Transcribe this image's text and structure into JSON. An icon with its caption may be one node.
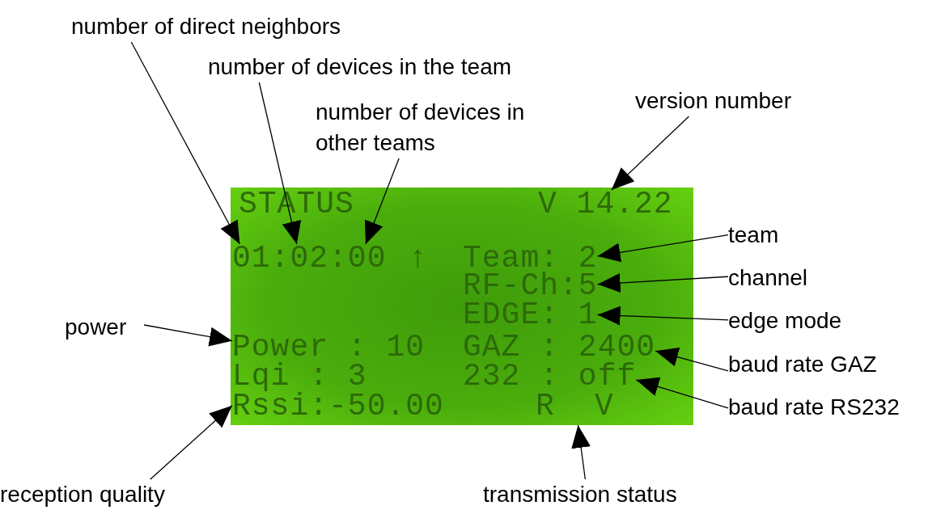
{
  "diagram": {
    "nodes": [
      {
        "text": [
          "number of direct neighbors"
        ]
      },
      {
        "text": [
          "number of devices in the team"
        ]
      },
      {
        "text": [
          "number of devices in other teams"
        ]
      },
      {
        "text": [
          "version number"
        ]
      },
      {
        "text": [
          "team"
        ]
      },
      {
        "text": [
          "channel"
        ]
      },
      {
        "text": [
          "edge mode"
        ]
      },
      {
        "text": [
          "power"
        ]
      },
      {
        "text": [
          "baud rate GAZ"
        ]
      },
      {
        "text": [
          "baud rate RS232"
        ]
      },
      {
        "text": [
          "reception quality"
        ]
      },
      {
        "text": [
          "transmission status"
        ]
      },
      {
        "text": [],
        "shape": "box"
      },
      {
        "text": [
          "STATUS"
        ],
        "in": 12
      },
      {
        "text": [
          "V 14.22"
        ],
        "in": 12
      },
      {
        "text": [
          "01:02:00"
        ],
        "in": 12
      },
      {
        "text": [
          "↑"
        ],
        "in": 12
      },
      {
        "text": [
          "Team: 2"
        ],
        "in": 12
      },
      {
        "text": [
          "RF-Ch:5"
        ],
        "in": 12
      },
      {
        "text": [
          "EDGE: 1"
        ],
        "in": 12
      },
      {
        "text": [
          "Power : 10"
        ],
        "in": 12
      },
      {
        "text": [
          "GAZ : 2400"
        ],
        "in": 12
      },
      {
        "text": [
          "Lqi : 3"
        ],
        "in": 12
      },
      {
        "text": [
          "232 : off"
        ],
        "in": 12
      },
      {
        "text": [
          "Rssi:-50.00"
        ],
        "in": 12
      },
      {
        "text": [
          "R"
        ],
        "in": 12
      },
      {
        "text": [
          "V"
        ],
        "in": 12
      }
    ],
    "edges": [
      {
        "from": 0,
        "to": 15,
        "arrow": "to"
      },
      {
        "from": 1,
        "to": 15,
        "arrow": "to"
      },
      {
        "from": 2,
        "to": 15,
        "arrow": "to"
      },
      {
        "from": 3,
        "to": 14,
        "arrow": "to"
      },
      {
        "from": 4,
        "to": 17,
        "arrow": "to"
      },
      {
        "from": 5,
        "to": 18,
        "arrow": "to"
      },
      {
        "from": 6,
        "to": 19,
        "arrow": "to"
      },
      {
        "from": 7,
        "to": 20,
        "arrow": "to"
      },
      {
        "from": 8,
        "to": 21,
        "arrow": "to"
      },
      {
        "from": 9,
        "to": 23,
        "arrow": "to"
      },
      {
        "from": 10,
        "to": 24,
        "arrow": "to"
      },
      {
        "from": 11,
        "to": 12,
        "arrow": "to"
      }
    ]
  }
}
